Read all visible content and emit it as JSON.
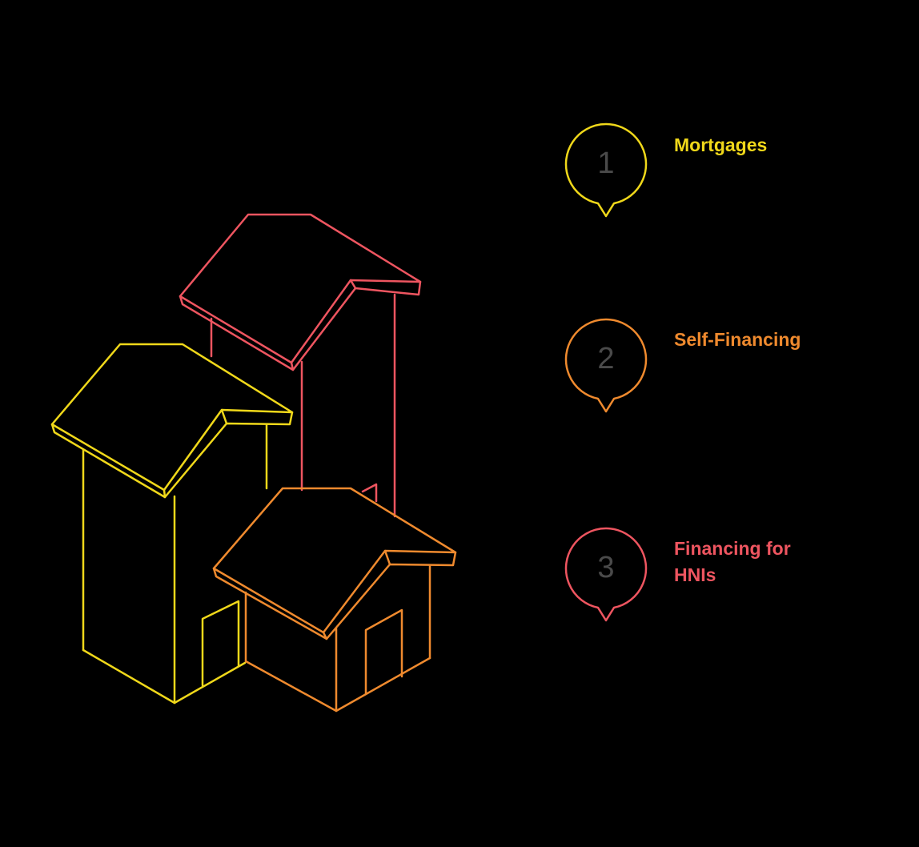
{
  "colors": {
    "background": "#000000",
    "yellow": "#f0d81a",
    "orange": "#ef8a2e",
    "red": "#ee5560",
    "number": "#4a4a4a"
  },
  "illustration": {
    "description": "Three isometric outline houses",
    "houses": [
      {
        "name": "tall-red-house",
        "color": "#ee5560"
      },
      {
        "name": "tall-yellow-house",
        "color": "#f0d81a"
      },
      {
        "name": "small-orange-house",
        "color": "#ef8a2e"
      }
    ]
  },
  "items": [
    {
      "number": "1",
      "label": "Mortgages",
      "color": "#f0d81a"
    },
    {
      "number": "2",
      "label": "Self-Financing",
      "color": "#ef8a2e"
    },
    {
      "number": "3",
      "label_line1": "Financing for",
      "label_line2": "HNIs",
      "label": "Financing for HNIs",
      "color": "#ee5560"
    }
  ]
}
